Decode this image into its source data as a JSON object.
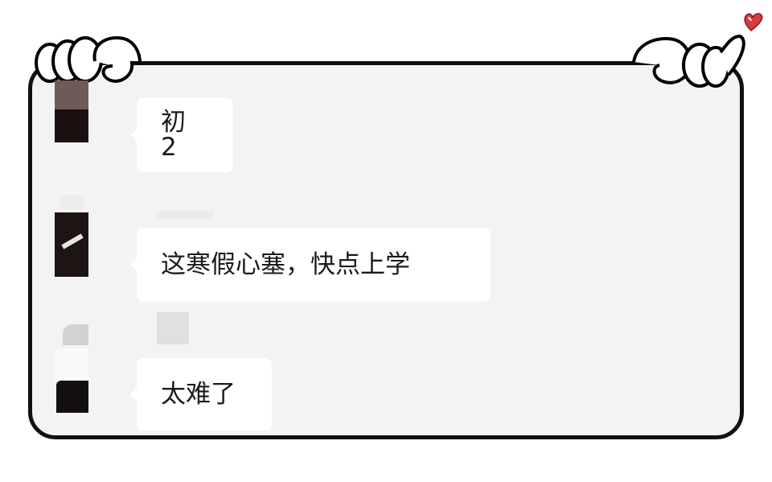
{
  "chat": {
    "messages": [
      {
        "sender": "avatar-1",
        "text": "初 2"
      },
      {
        "sender": "avatar-2",
        "text": "这寒假心塞，快点上学"
      },
      {
        "sender": "avatar-3",
        "text": "太难了"
      }
    ]
  },
  "decor": {
    "frame_border_color": "#111111",
    "frame_fill_color": "#f3f3f3",
    "heart_color": "#d8393f",
    "left_hand_icon": "cartoon-hand-gripping",
    "right_hand_icon": "cartoon-hand-gripping",
    "heart_icon": "heart"
  }
}
